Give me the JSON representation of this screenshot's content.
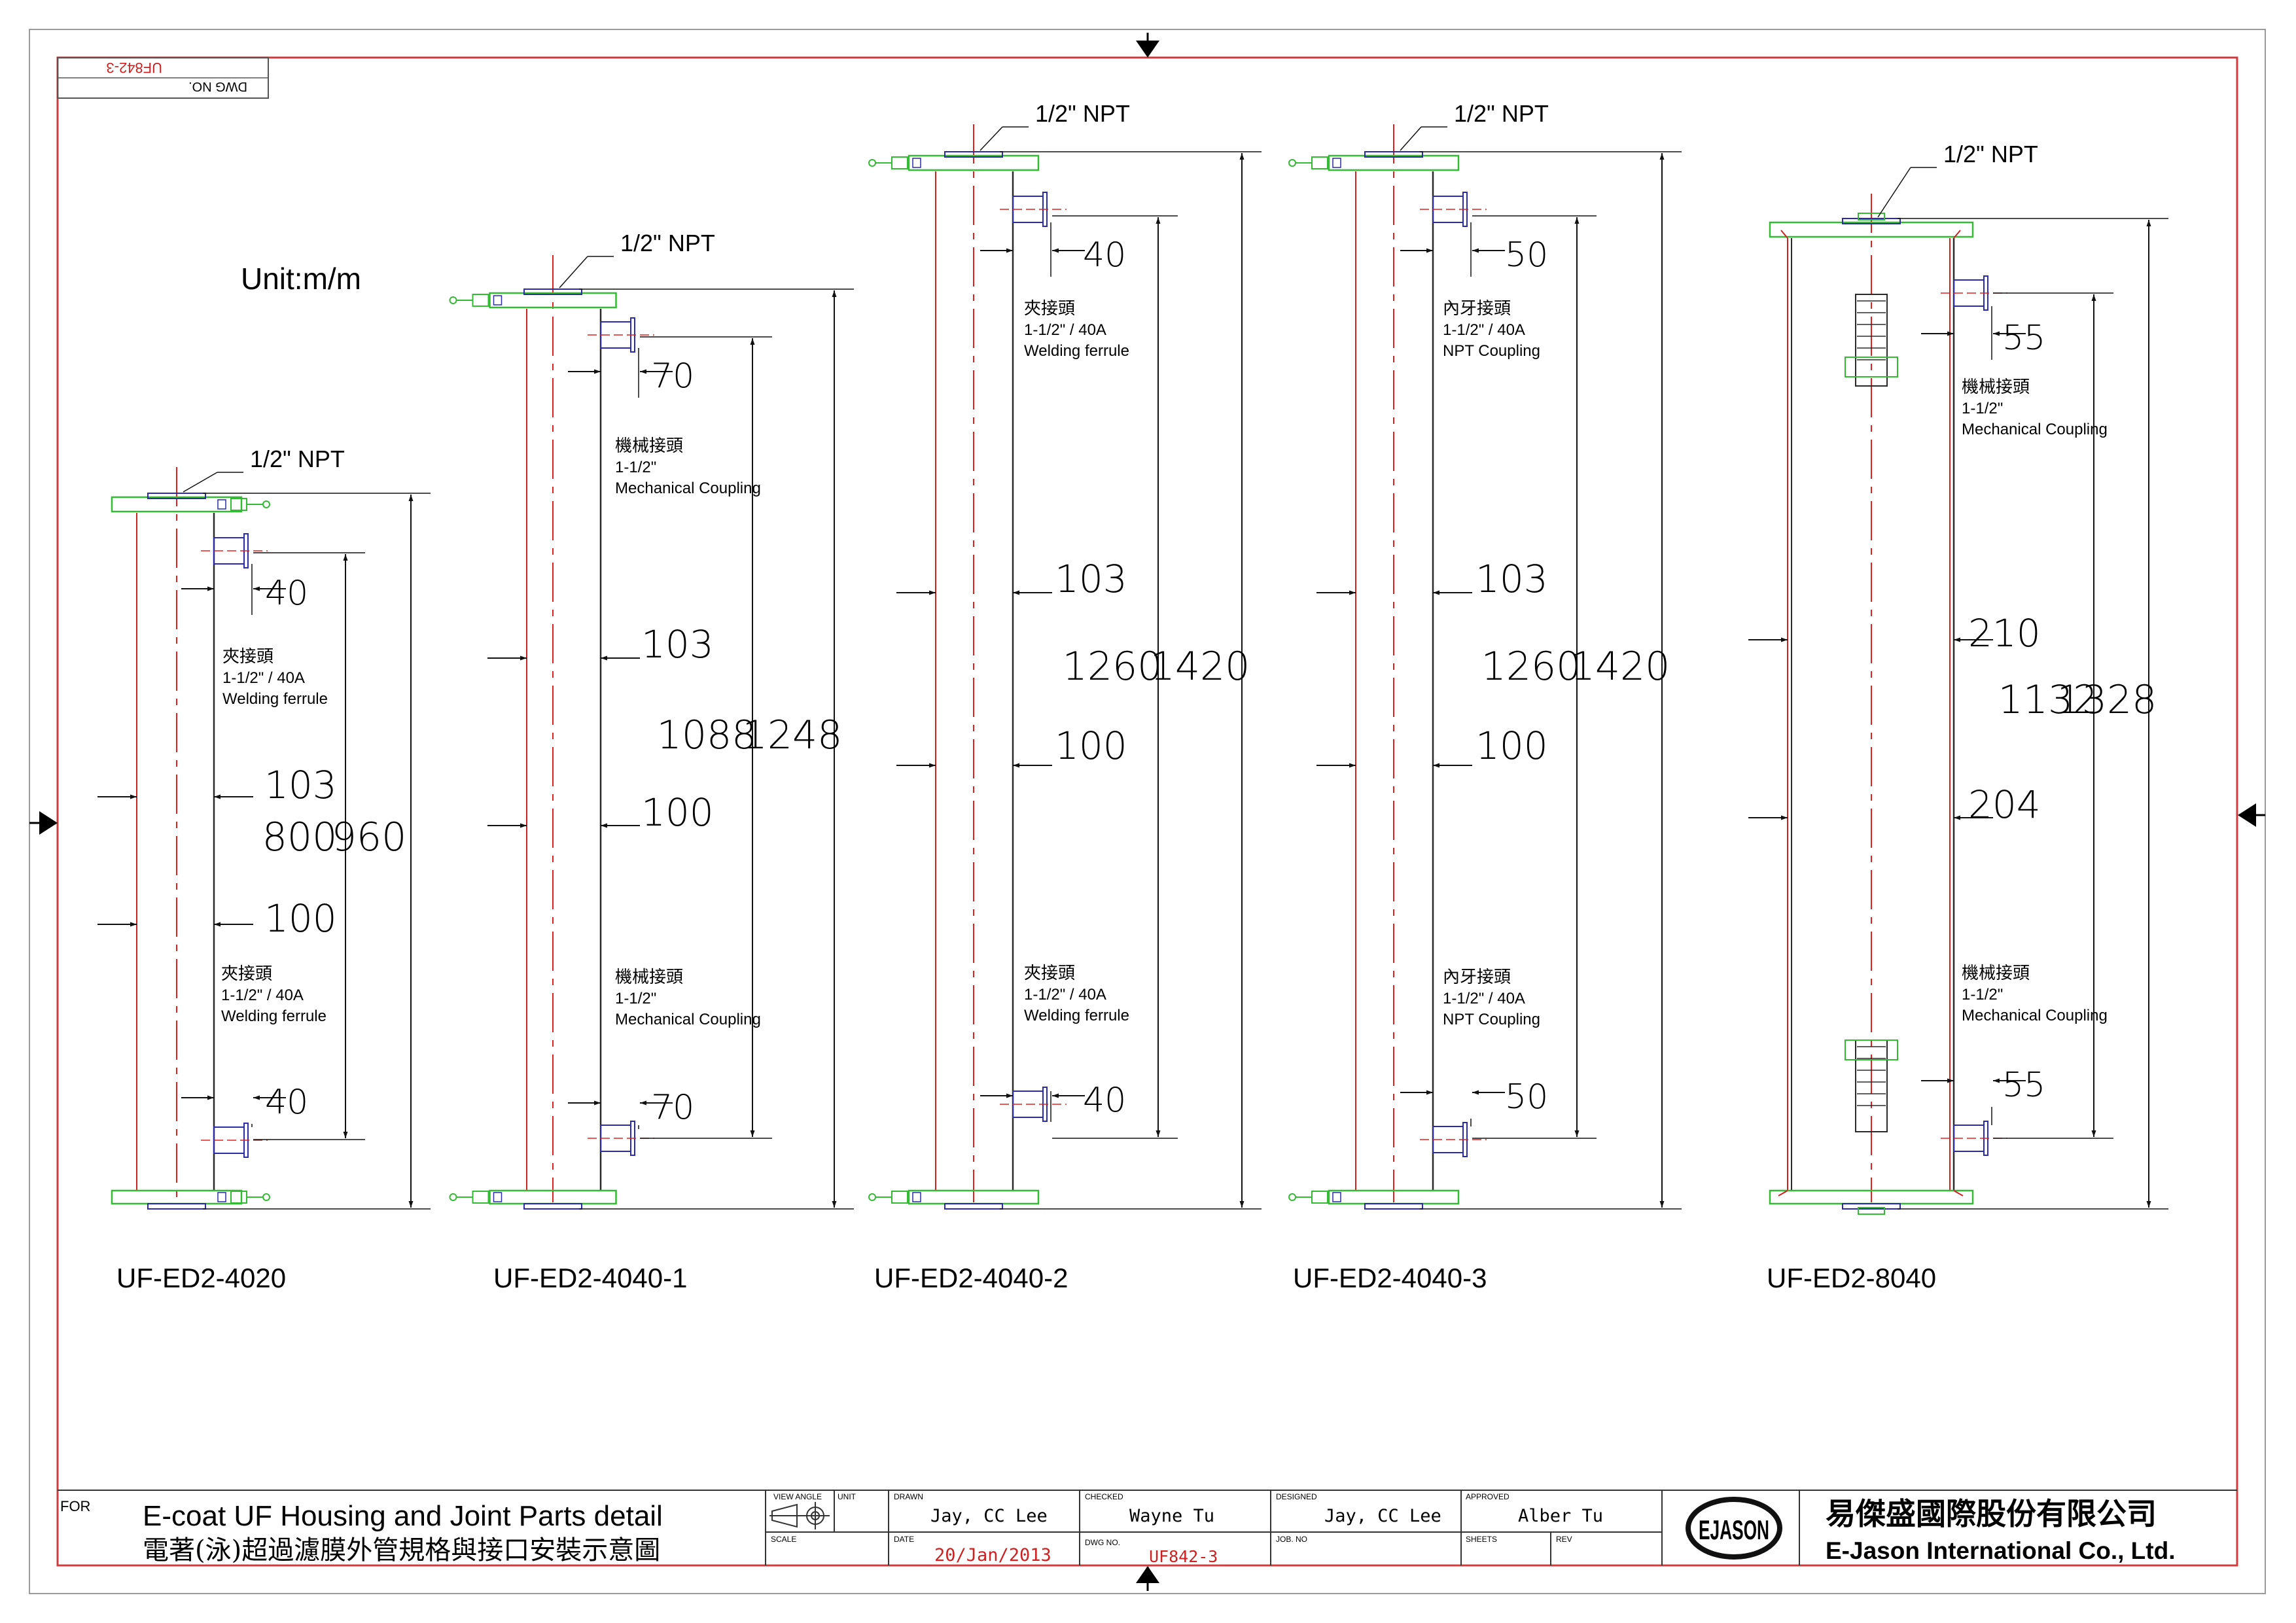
{
  "colors": {
    "border": "#d23c3c",
    "outer": "#9a9a9a",
    "pipe": "#cc2222",
    "pipe_outline": "#2a2a2a",
    "flange": "#33bb33",
    "fitting": "#2a2aaa",
    "centerline": "#e02020",
    "dim_line": "#111111",
    "title_red": "#cc2222"
  },
  "icons": {
    "arrow_top": "arrow-down-icon",
    "arrow_bottom": "arrow-up-icon",
    "arrow_left": "arrow-right-icon",
    "arrow_right": "arrow-left-icon",
    "projection_symbol": "third-angle-projection-icon",
    "company_logo": "ejason-logo"
  },
  "drawing_number_box": {
    "label": "DWG NO.",
    "value": "UF842-3"
  },
  "unit_label": "Unit:m/m",
  "npt_label": "1/2\" NPT",
  "models": [
    {
      "name": "UF-ED2-4020",
      "overall_length": "960",
      "inner_length": "800",
      "diameters": [
        "103",
        "100"
      ],
      "port_offsets": [
        "40",
        "40"
      ],
      "top_fitting": [
        "夾接頭",
        "1-1/2\" / 40A",
        "Welding ferrule"
      ],
      "bottom_fitting": [
        "夾接頭",
        "1-1/2\" / 40A",
        "Welding ferrule"
      ]
    },
    {
      "name": "UF-ED2-4040-1",
      "overall_length": "1248",
      "inner_length": "1088",
      "diameters": [
        "103",
        "100"
      ],
      "port_offsets": [
        "70",
        "70"
      ],
      "top_fitting": [
        "機械接頭",
        "1-1/2\"",
        "Mechanical Coupling"
      ],
      "bottom_fitting": [
        "機械接頭",
        "1-1/2\"",
        "Mechanical Coupling"
      ]
    },
    {
      "name": "UF-ED2-4040-2",
      "overall_length": "1420",
      "inner_length": "1260",
      "diameters": [
        "103",
        "100"
      ],
      "port_offsets": [
        "40",
        "40"
      ],
      "top_fitting": [
        "夾接頭",
        "1-1/2\" / 40A",
        "Welding ferrule"
      ],
      "bottom_fitting": [
        "夾接頭",
        "1-1/2\" / 40A",
        "Welding ferrule"
      ]
    },
    {
      "name": "UF-ED2-4040-3",
      "overall_length": "1420",
      "inner_length": "1260",
      "diameters": [
        "103",
        "100"
      ],
      "port_offsets": [
        "50",
        "50"
      ],
      "top_fitting": [
        "內牙接頭",
        "1-1/2\" / 40A",
        "NPT Coupling"
      ],
      "bottom_fitting": [
        "內牙接頭",
        "1-1/2\" / 40A",
        "NPT Coupling"
      ]
    },
    {
      "name": "UF-ED2-8040",
      "overall_length": "1328",
      "inner_length": "1132",
      "diameters": [
        "210",
        "204"
      ],
      "port_offsets": [
        "55",
        "55"
      ],
      "top_fitting": [
        "機械接頭",
        "1-1/2\"",
        "Mechanical Coupling"
      ],
      "bottom_fitting": [
        "機械接頭",
        "1-1/2\"",
        "Mechanical Coupling"
      ]
    }
  ],
  "title_block": {
    "for_label": "FOR",
    "title_en": "E-coat UF Housing and Joint Parts detail",
    "title_zh": "電著(泳)超過濾膜外管規格與接口安裝示意圖",
    "view_angle_label": "VIEW ANGLE",
    "unit_label": "UNIT",
    "scale_label": "SCALE",
    "drawn_label": "DRAWN",
    "drawn_value": "Jay, CC Lee",
    "date_label": "DATE",
    "date_value": "20/Jan/2013",
    "checked_label": "CHECKED",
    "checked_value": "Wayne Tu",
    "dwg_no_label": "DWG NO.",
    "dwg_no_value": "UF842-3",
    "designed_label": "DESIGNED",
    "designed_value": "Jay, CC Lee",
    "job_no_label": "JOB. NO",
    "approved_label": "APPROVED",
    "approved_value": "Alber Tu",
    "sheets_label": "SHEETS",
    "rev_label": "REV",
    "logo_text": "EJASON",
    "company_zh": "易傑盛國際股份有限公司",
    "company_en": "E-Jason International Co., Ltd."
  }
}
